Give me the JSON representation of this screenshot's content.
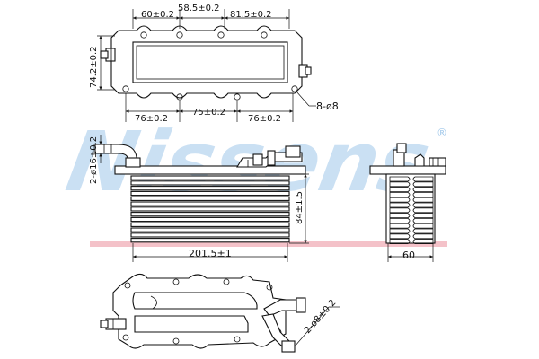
{
  "brand": {
    "name": "Nissens",
    "registered_mark": "®",
    "color_blue": "#9fc7ea",
    "color_red": "#f2b7bf"
  },
  "dimensions": {
    "top_view": {
      "top_a": "60±0.2",
      "top_b": "58.5±0.2",
      "top_c": "81.5±0.2",
      "height": "74.2±0.2",
      "bottom_a": "76±0.2",
      "bottom_b": "75±0.2",
      "bottom_c": "76±0.2",
      "holes": "8-ø8"
    },
    "front_view": {
      "pipe": "2-ø16±0.2",
      "height": "84±1.5",
      "width": "201.5±1"
    },
    "side_view": {
      "width": "60"
    },
    "bottom_view": {
      "pipe": "2-ø8±0.2"
    }
  }
}
